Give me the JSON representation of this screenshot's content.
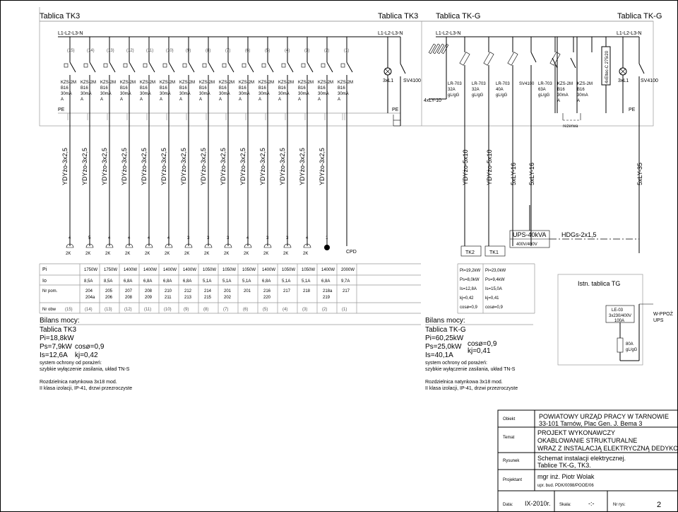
{
  "headers": {
    "left_title": "Tablica TK3",
    "mid_title": "Tablica TK3",
    "right_title_a": "Tablica TK-G",
    "right_title_b": "Tablica TK-G"
  },
  "busbars": {
    "left": "L1-L2-L3-N",
    "mid": "L1-L2-L3-N",
    "right_a": "L1-L2-L3-N",
    "right_b": "L1-L2-L3-N"
  },
  "circuit_numbers_tk3": [
    "(15)",
    "(14)",
    "(13)",
    "(12)",
    "(11)",
    "(10)",
    "(9)",
    "(8)",
    "(7)",
    "(6)",
    "(5)",
    "(4)",
    "(3)",
    "(2)",
    "(1)"
  ],
  "breaker_label": {
    "line1": "KZS-2M",
    "line2": "B16",
    "line3": "30mA",
    "line4": "A"
  },
  "tk3_main": {
    "meter": "3xL1",
    "switch": "SV4100"
  },
  "pe_label": "PE",
  "tkg_devices": {
    "lightning": "4xLY-10",
    "d1": {
      "line1": "LR-703",
      "line2": "32A",
      "line3": "gL/gG"
    },
    "d2": {
      "line1": "LR-703",
      "line2": "32A",
      "line3": "gL/gG"
    },
    "d3": {
      "line1": "LR-703",
      "line2": "40A",
      "line3": "gL/gG"
    },
    "sw": "SV4100",
    "d4": {
      "line1": "LR-703",
      "line2": "63A",
      "line3": "gL/gG"
    },
    "rcd1": {
      "line1": "KZS-2M",
      "line2": "B16",
      "line3": "30mA",
      "line4": "A"
    },
    "rcd2": {
      "line1": "KZS-2M",
      "line2": "B16",
      "line3": "30mA",
      "line4": "A"
    },
    "surge": "4xEltec-C 275/20",
    "meter": "3xL1",
    "main_sw": "SV4100",
    "reserve": "rezerwa"
  },
  "cables": {
    "tk3": "YDYżo-3x2,5",
    "tkg": [
      "YDYżo-5x10",
      "YDYżo-5x10",
      "5xLY-16",
      "5xLY-16",
      "5xLY-35"
    ]
  },
  "socket_counts": [
    "4",
    "5",
    "4",
    "4",
    "4",
    "4",
    "3",
    "3",
    "3",
    "4",
    "3",
    "3",
    "4",
    "1"
  ],
  "socket_symbol": "2K",
  "cpd_label": "CPD",
  "tk_labels": {
    "tk2": "TK2",
    "tk1": "TK1"
  },
  "ups": {
    "name": "UPS-40kVA",
    "voltage": "400V/400V",
    "cable": "HDGs-2x1,5"
  },
  "table_tk3": {
    "row_labels": [
      "Pi",
      "Io",
      "Nr pom.",
      "Nr obw"
    ],
    "pi": [
      "1750W",
      "1750W",
      "1400W",
      "1400W",
      "1400W",
      "1400W",
      "1050W",
      "1050W",
      "1050W",
      "1400W",
      "1050W",
      "1050W",
      "1400W",
      "2000W"
    ],
    "io": [
      "8,5A",
      "8,5A",
      "6,8A",
      "6,8A",
      "6,8A",
      "6,8A",
      "5,1A",
      "5,1A",
      "5,1A",
      "6,8A",
      "5,1A",
      "5,1A",
      "6,8A",
      "9,7A"
    ],
    "nr_pom_1": [
      "204",
      "205",
      "207",
      "208",
      "210",
      "212",
      "214",
      "201",
      "201",
      "216",
      "217",
      "218",
      "218a",
      "217"
    ],
    "nr_pom_2": [
      "204a",
      "206",
      "208",
      "209",
      "211",
      "213",
      "215",
      "202",
      "",
      "220",
      "",
      "",
      "219",
      ""
    ],
    "nr_obw": [
      "(15)",
      "(14)",
      "(13)",
      "(12)",
      "(11)",
      "(10)",
      "(9)",
      "(8)",
      "(7)",
      "(6)",
      "(5)",
      "(4)",
      "(3)",
      "(2)",
      "(1)"
    ]
  },
  "table_tkg": {
    "tk2": [
      "Pi=19,2kW",
      "Ps=8,0kW",
      "Is=12,8A",
      "kj=0,42",
      "cosø=0,9"
    ],
    "tk1": [
      "Pi=23,0kW",
      "Ps=9,4kW",
      "Is=15,0A",
      "kj=0,41",
      "cosø=0,9"
    ]
  },
  "bilans_tk3": {
    "heading": "Bilans mocy:",
    "name": "Tablica TK3",
    "pi": "Pi=18,8kW",
    "ps": "Ps=7,9kW",
    "cos": "cosø=0,9",
    "is": "Is=12,6A",
    "kj": "kj=0,42",
    "prot1": "system ochrony od porażeń:",
    "prot2": "szybkie wyłączenie zasilania, układ TN-S",
    "note1": "Rozdzielnica natynkowa 3x18 mod.",
    "note2": "II klasa izolacji, IP-41, drzwi przezroczyste"
  },
  "bilans_tkg": {
    "heading": "Bilans mocy:",
    "name": "Tablica TK-G",
    "pi": "Pi=60,25kW",
    "ps": "Ps=25,0kW",
    "cos": "cosø=0,9",
    "is": "Is=40,1A",
    "kj": "kj=0,41",
    "prot1": "system ochrony od porażeń:",
    "prot2": "szybkie wyłączenie zasilania, układ TN-S",
    "note1": "Rozdzielnica natynkowa 3x18 mod.",
    "note2": "II klasa izolacji, IP-41, drzwi przezroczyste"
  },
  "source": {
    "label": "Istn. tablica TG",
    "le": "LE-03",
    "le2": "3x230/400V",
    "le3": "100A",
    "fuse1": "80A",
    "fuse2": "gL/gG",
    "wppoz1": "W-PPOŻ",
    "wppoz2": "UPS"
  },
  "title_block": {
    "obiekt_label": "Obiekt",
    "obiekt1": "POWIATOWY URZĄD PRACY W TARNOWIE",
    "obiekt2": "33-101 Tarnów, Plac Gen. J. Bema 3",
    "temat_label": "Temat",
    "temat1": "PROJEKT WYKONAWCZY",
    "temat2": "OKABLOWANIE STRUKTURALNE",
    "temat3": "WRAZ Z INSTALACJĄ ELEKTRYCZNĄ DEDYKOWANĄ",
    "rysunek_label": "Rysunek",
    "rysunek1": "Schemat instalacji elektrycznej.",
    "rysunek2": "Tablice TK-G, TK3.",
    "projektant_label": "Projektant",
    "projektant1": "mgr inż. Piotr Wolak",
    "projektant2": "upr. bud. PDK/0098/POOE/06",
    "data_label": "Data:",
    "data": "IX-2010r.",
    "skala_label": "Skala:",
    "skala": "-:-",
    "nr_label": "Nr rys:",
    "nr": "2"
  }
}
